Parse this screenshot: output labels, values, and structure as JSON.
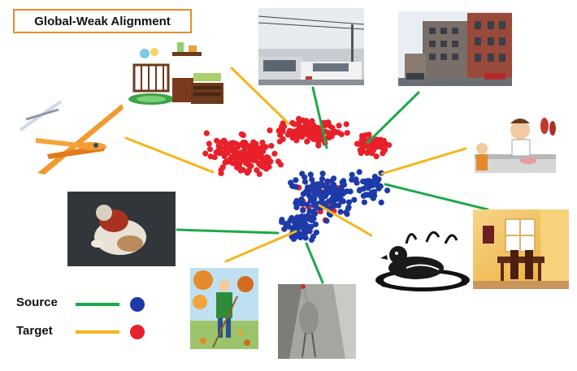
{
  "title": "Global-Weak Alignment",
  "legend": {
    "source": {
      "label": "Source",
      "line_color": "#1ea84a",
      "dot_color": "#1d3aa8"
    },
    "target": {
      "label": "Target",
      "line_color": "#f6b51c",
      "dot_color": "#e8202a"
    }
  },
  "images": [
    {
      "name": "nursery-room-icon",
      "link": "target"
    },
    {
      "name": "airplane-glider-icon",
      "link": "target"
    },
    {
      "name": "street-cars-photo",
      "link": "source"
    },
    {
      "name": "city-buildings-photo",
      "link": "source"
    },
    {
      "name": "butcher-shop-icon",
      "link": "target"
    },
    {
      "name": "dining-room-photo",
      "link": "source"
    },
    {
      "name": "cat-sweater-photo",
      "link": "source"
    },
    {
      "name": "gardener-leaves-icon",
      "link": "target"
    },
    {
      "name": "crane-bird-photo",
      "link": "source"
    },
    {
      "name": "duck-pond-icon",
      "link": "target"
    }
  ]
}
